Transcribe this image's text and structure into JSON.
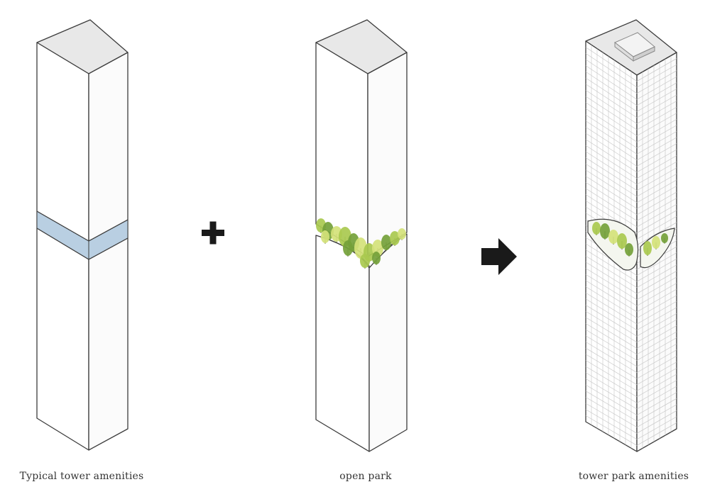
{
  "captions": {
    "typical": "Typical tower amenities",
    "park": "open park",
    "combined": "tower park amenities"
  },
  "colors": {
    "outline": "#3c3c3c",
    "top_face": "#e8e8e8",
    "front_face": "#ffffff",
    "side_face": "#fbfbfb",
    "amenity_band": "#b9cfe2",
    "tree_light": "#d4e27a",
    "tree_mid": "#a9c94f",
    "tree_dark": "#74a13a",
    "grid_line": "#c4c4c4",
    "operator": "#1a1a1a"
  },
  "icons": {
    "plus": "plus-icon",
    "arrow": "arrow-right-icon"
  }
}
